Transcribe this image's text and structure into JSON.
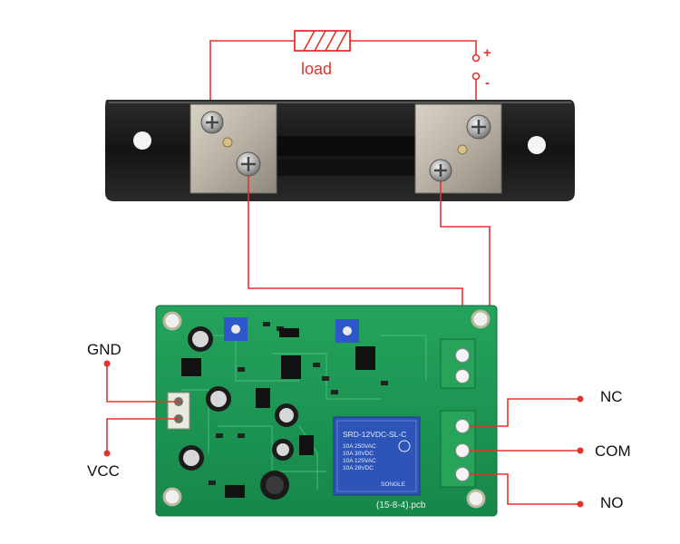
{
  "labels": {
    "load": "load",
    "plus": "+",
    "minus": "-",
    "gnd": "GND",
    "vcc": "VCC",
    "nc": "NC",
    "com": "COM",
    "no": "NO"
  },
  "relay": {
    "model": "SRD-12VDC-SL-C",
    "rating_ac_1": "10A 250VAC",
    "rating_dc_1": "10A 30VDC",
    "rating_ac_2": "10A 125VAC",
    "rating_dc_2": "10A 28VDC",
    "brand": "SONGLE"
  },
  "pcb": {
    "silkscreen_id": "(15-8-4).pcb"
  },
  "colors": {
    "wire": "#e5322d",
    "pcb": "#1f9a55",
    "shunt_body": "#1b1b1b",
    "terminal_green": "#27a35a",
    "relay_blue": "#2d55b8"
  }
}
